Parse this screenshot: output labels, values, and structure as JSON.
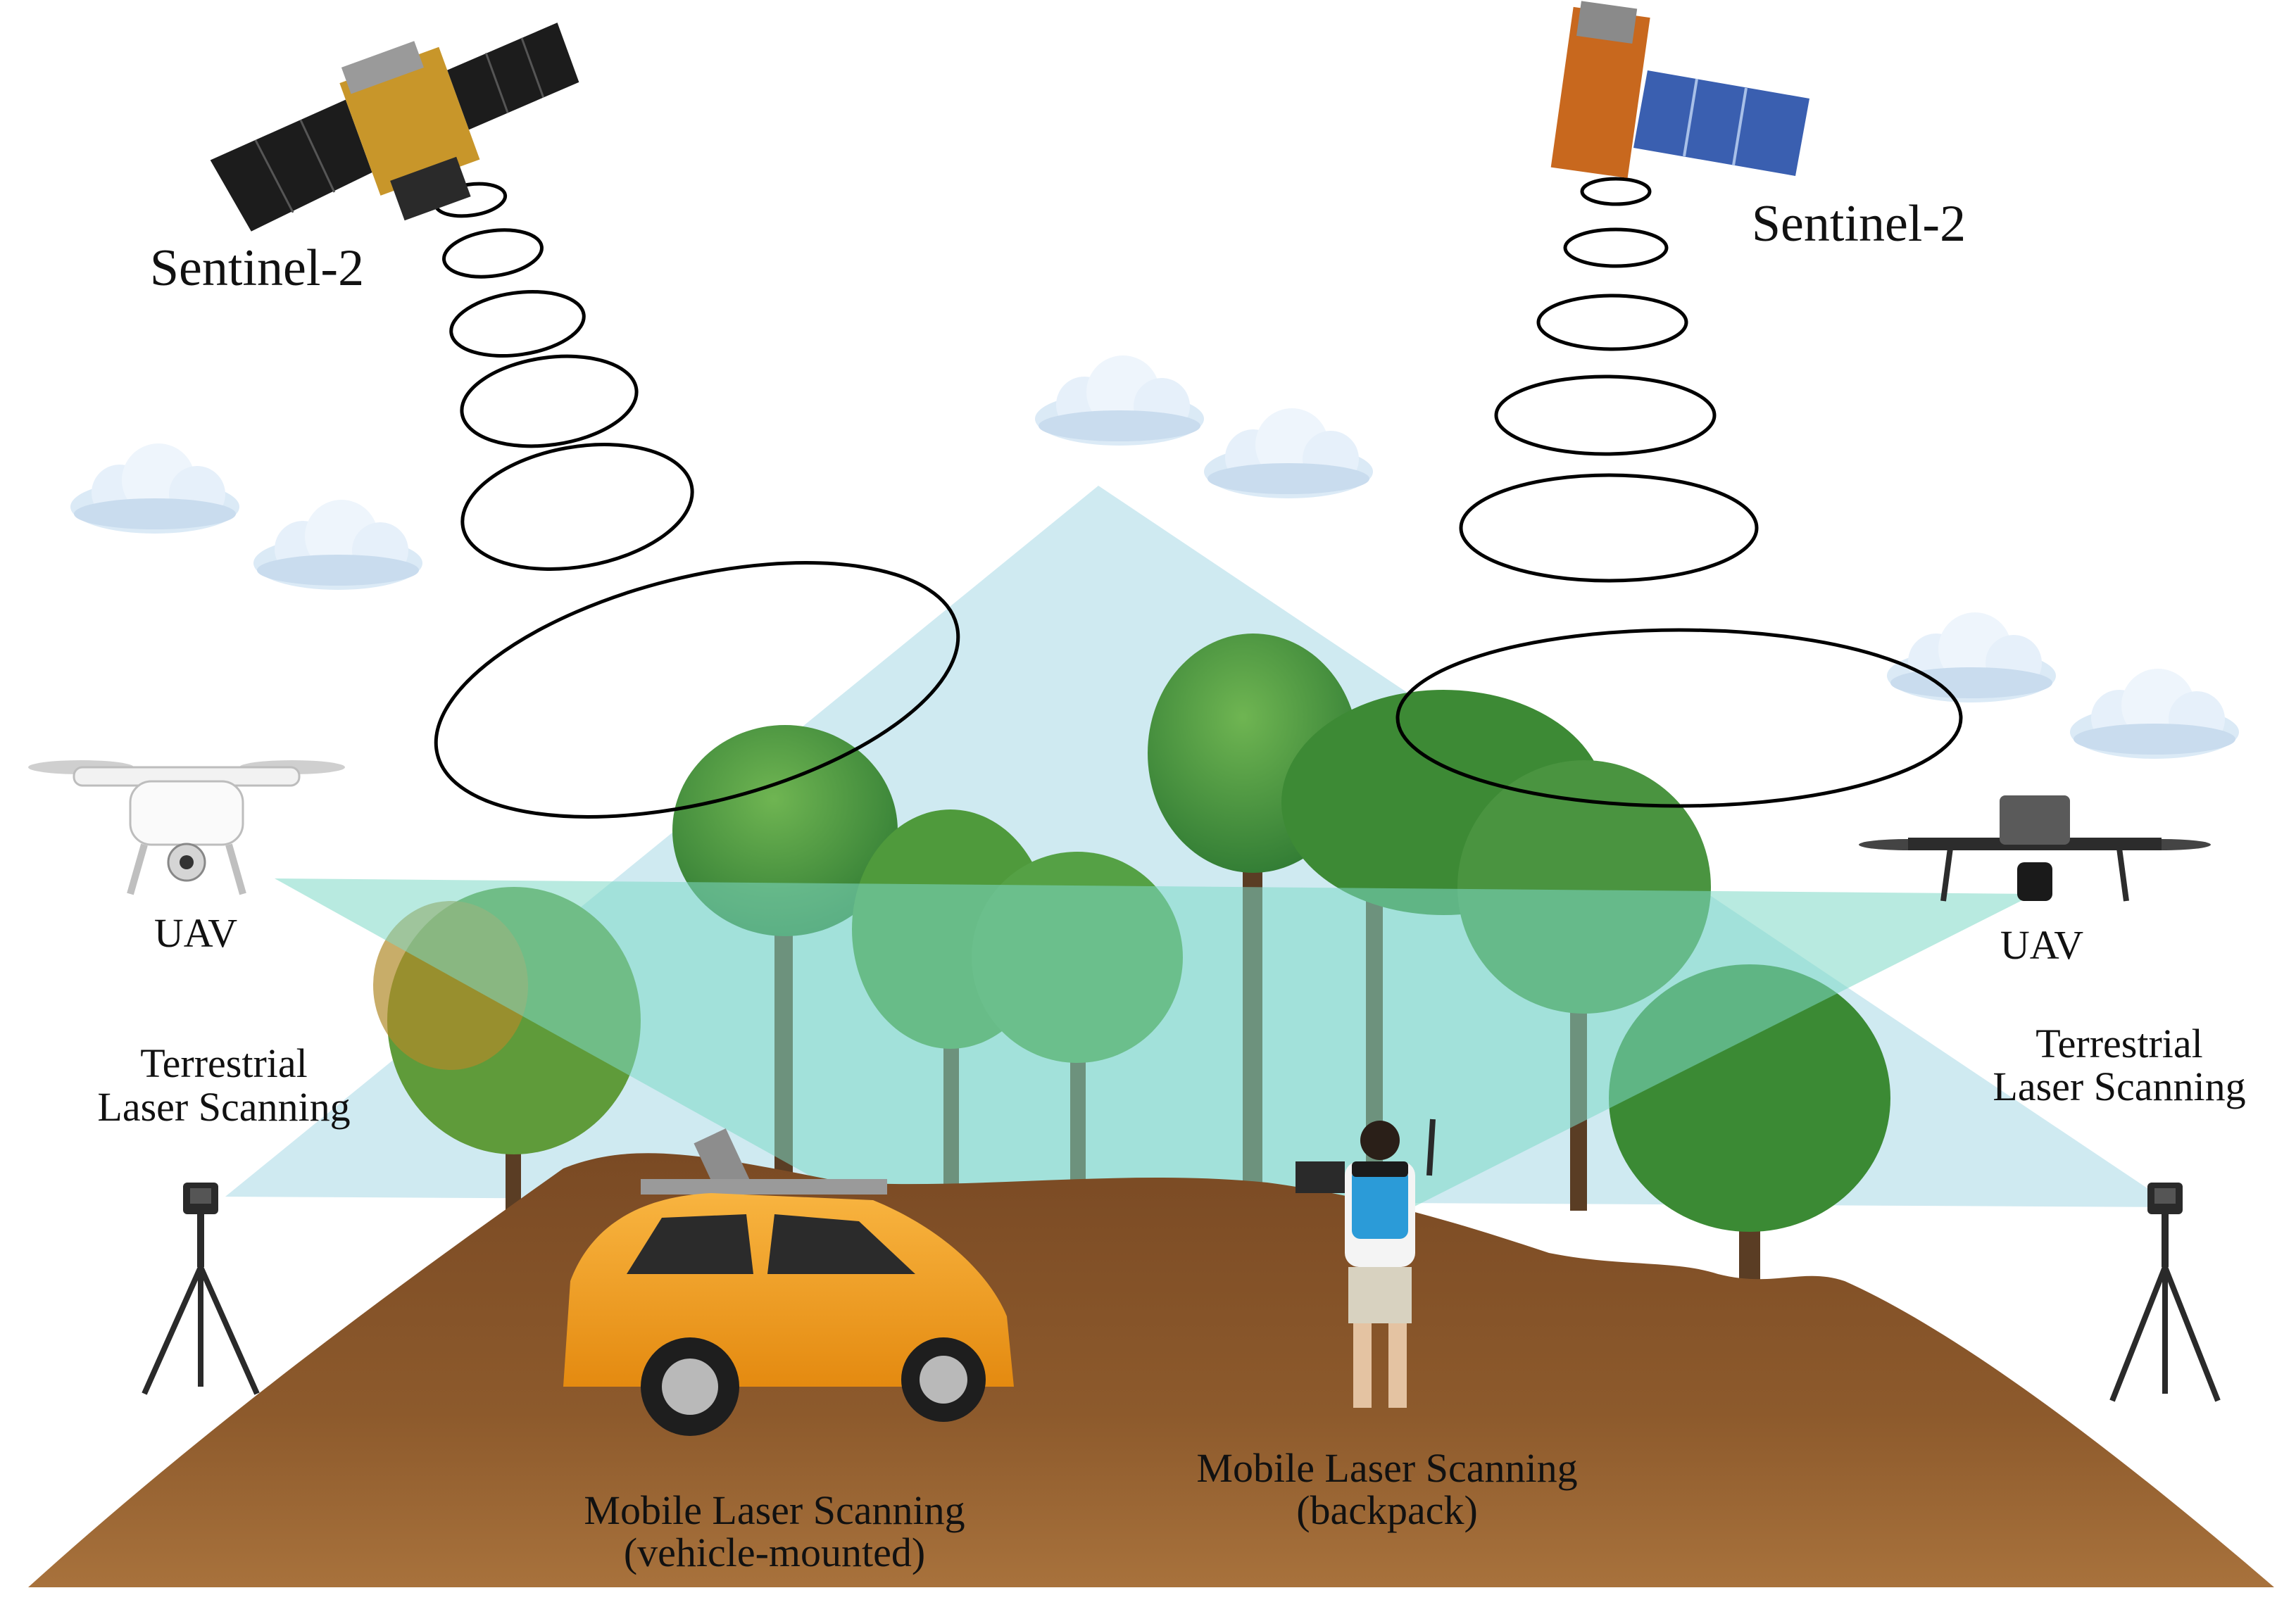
{
  "labels": {
    "satellite_left": "Sentinel-2",
    "satellite_right": "Sentinel-2",
    "uav_left": "UAV",
    "uav_right": "UAV",
    "tls_left": [
      "Terrestrial",
      "Laser Scanning"
    ],
    "tls_right": [
      "Terrestrial",
      "Laser Scanning"
    ],
    "mls_vehicle": [
      "Mobile Laser Scanning",
      "(vehicle-mounted)"
    ],
    "mls_backpack": [
      "Mobile Laser Scanning",
      "(backpack)"
    ]
  },
  "colors": {
    "ground": "#8a5a2e",
    "scan_cone": "#7ed9c6",
    "sky_cone": "#bfe3ec",
    "car": "#f4a223",
    "trees": "#3e8f3a",
    "satellite_panel_dark": "#1c1c1c",
    "satellite_panel_blue": "#3a5fb0",
    "satellite_body_gold": "#c8962a",
    "satellite_body_orange": "#c8681e"
  },
  "icons": [
    "satellite-icon",
    "drone-icon",
    "tripod-scanner-icon",
    "car-icon",
    "person-backpack-icon",
    "tree-icon",
    "cloud-icon"
  ]
}
